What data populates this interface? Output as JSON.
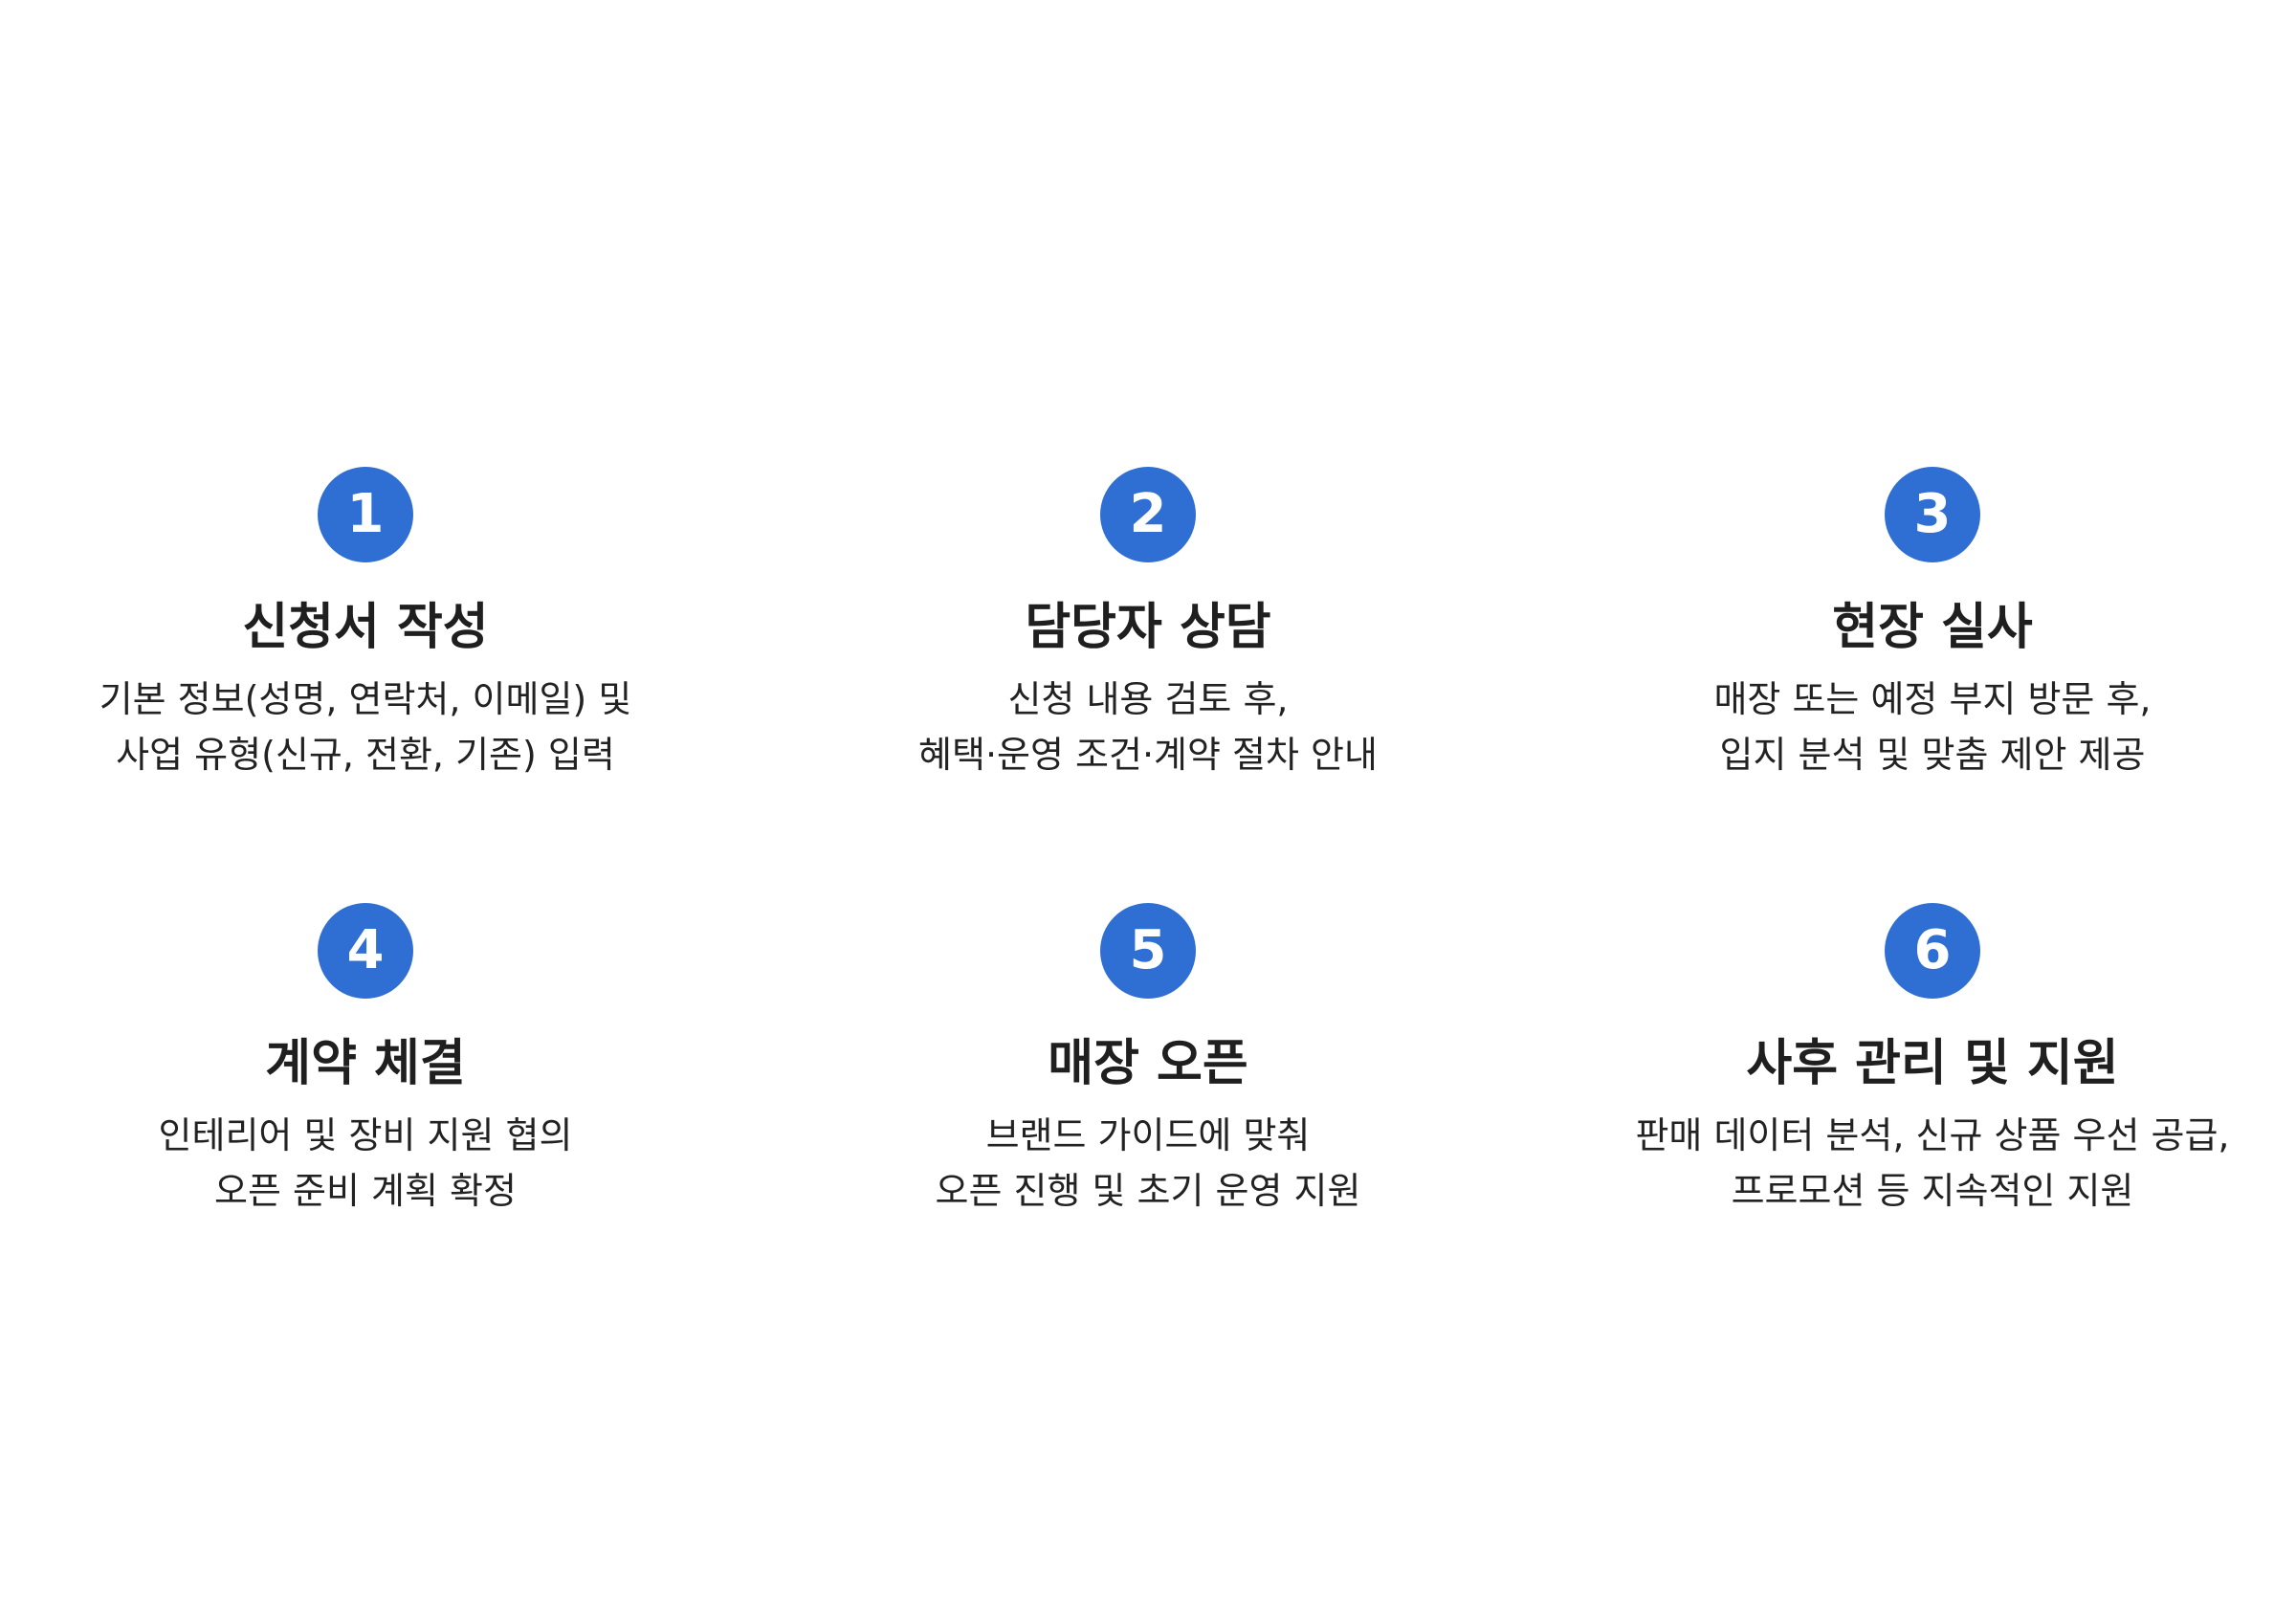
{
  "theme": {
    "badge_color": "#2f6fd3",
    "badge_text_color": "#ffffff",
    "title_color": "#1f1f1f",
    "text_color": "#222222"
  },
  "steps": [
    {
      "number": "1",
      "title": "신청서 작성",
      "lines": [
        "기본 정보(성명, 연락처, 이메일) 및",
        "사업 유형(신규, 전환, 기존) 입력"
      ]
    },
    {
      "number": "2",
      "title": "담당자 상담",
      "lines": [
        "신청 내용 검토 후,",
        "혜택·운영 조건·계약 절차 안내"
      ]
    },
    {
      "number": "3",
      "title": "현장 실사",
      "lines": [
        "매장 또는 예정 부지 방문 후,",
        "입지 분석 및 맞춤 제안 제공"
      ]
    },
    {
      "number": "4",
      "title": "계약 체결",
      "lines": [
        "인테리어 및 장비 지원 협의",
        "오픈 준비 계획 확정"
      ]
    },
    {
      "number": "5",
      "title": "매장 오픈",
      "lines": [
        "브랜드 가이드에 맞춰",
        "오픈 진행 및 초기 운영 지원"
      ]
    },
    {
      "number": "6",
      "title": "사후 관리 및 지원",
      "lines": [
        "판매 데이터 분석, 신규 상품 우선 공급,",
        "프로모션 등 지속적인 지원"
      ]
    }
  ]
}
